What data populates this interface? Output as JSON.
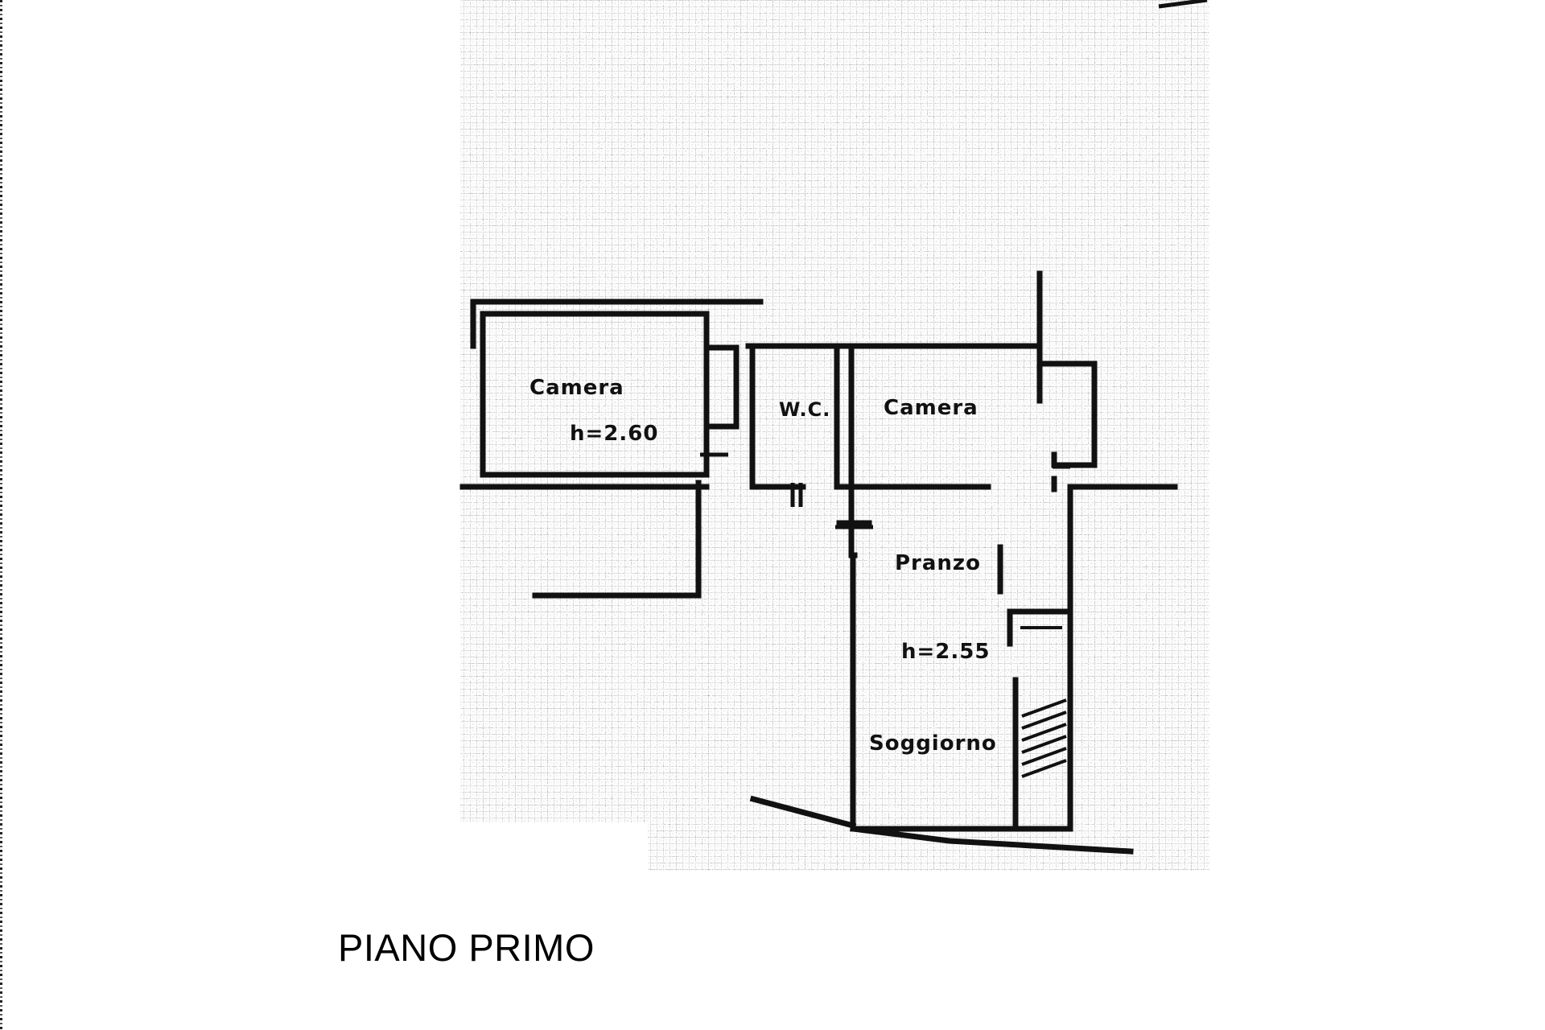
{
  "floor_plan": {
    "caption": "PIANO PRIMO",
    "rooms": [
      {
        "id": "camera-1",
        "label": "Camera",
        "height_label": "h=2.60"
      },
      {
        "id": "wc",
        "label": "W.C."
      },
      {
        "id": "camera-2",
        "label": "Camera"
      },
      {
        "id": "pranzo",
        "label": "Pranzo",
        "height_label": "h=2.55"
      },
      {
        "id": "soggiorno",
        "label": "Soggiorno"
      }
    ],
    "colors": {
      "ink": "#111111",
      "grid": "#8a8a8a",
      "background": "#ffffff"
    }
  }
}
